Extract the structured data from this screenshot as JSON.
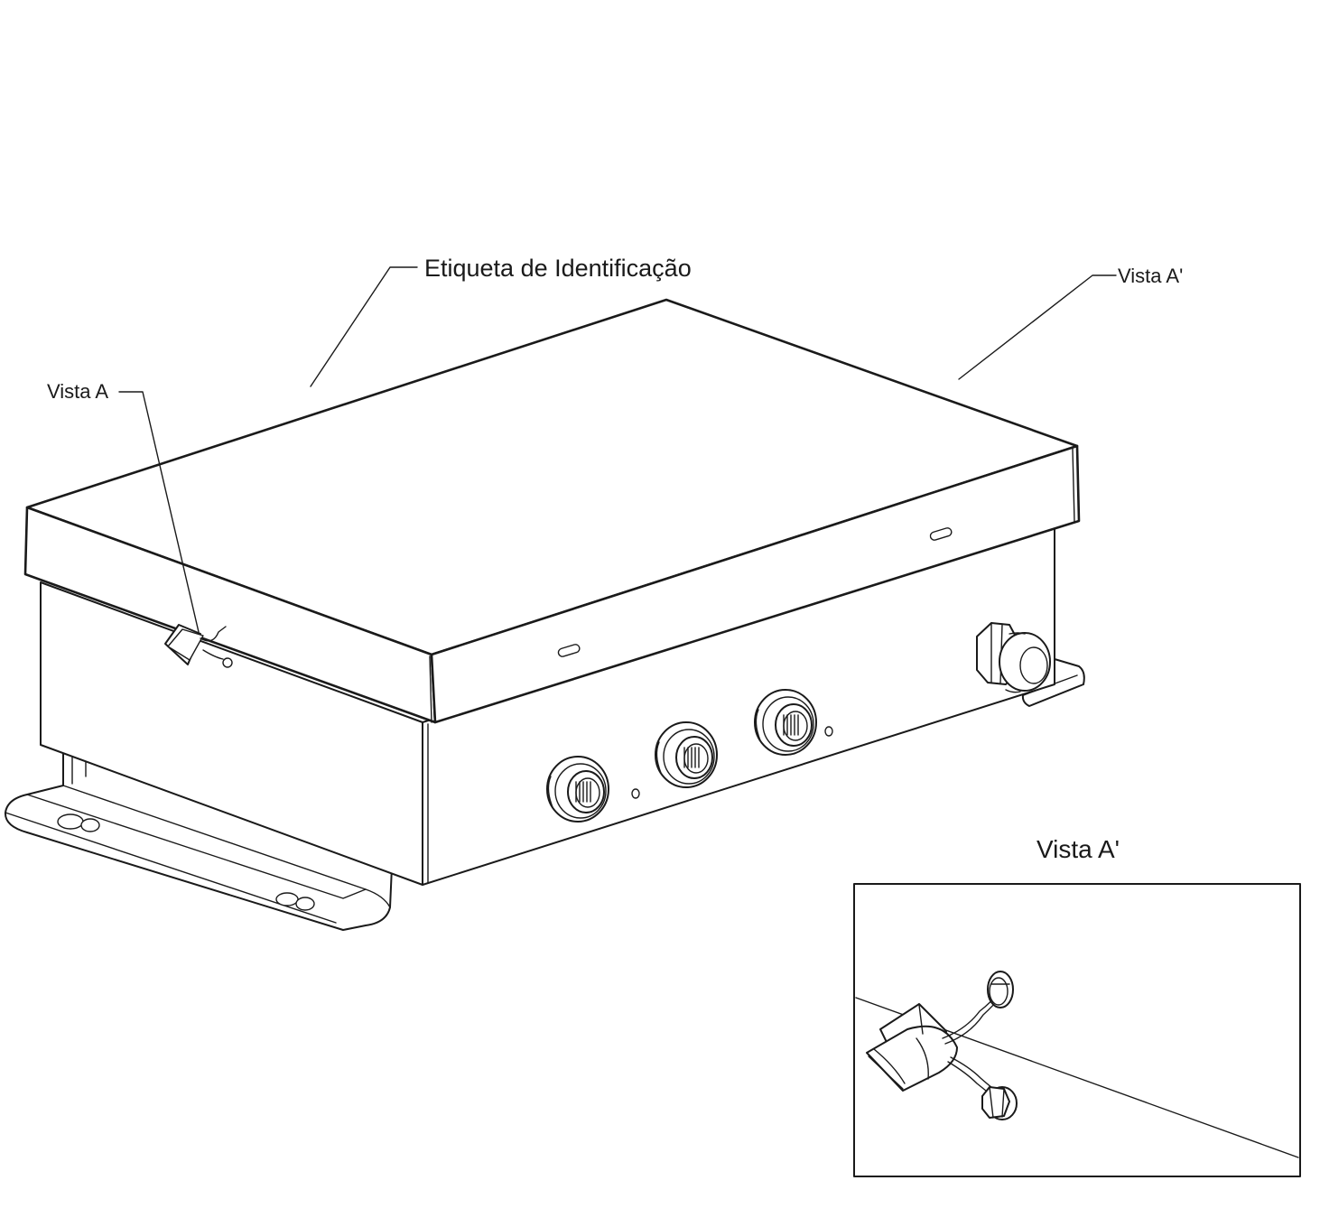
{
  "labels": {
    "etiqueta": "Etiqueta de Identificação",
    "vista_a": "Vista A",
    "vista_a_prime": "Vista A'",
    "inset_title": "Vista A'"
  },
  "connectors": {
    "circular_count": 3,
    "cable_gland_count": 1
  }
}
